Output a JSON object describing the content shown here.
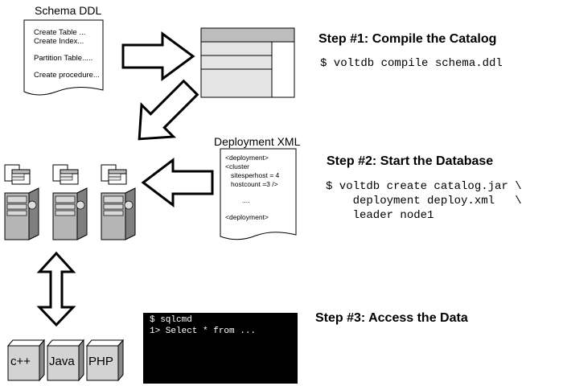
{
  "schema_doc": {
    "title": "Schema DDL",
    "lines": [
      "Create Table ...",
      "Create Index...",
      "Partition Table.....",
      "Create procedure..."
    ]
  },
  "deployment_doc": {
    "title": "Deployment XML",
    "lines": [
      "<deployment>",
      "<cluster",
      "sitesperhost = 4",
      "hostcount =3 />",
      "....",
      "<deployment>"
    ]
  },
  "steps": [
    {
      "title": "Step #1: Compile the Catalog",
      "command": [
        "$ voltdb compile schema.ddl"
      ]
    },
    {
      "title": "Step #2: Start the Database",
      "command": [
        "$ voltdb create catalog.jar \\",
        "    deployment deploy.xml   \\",
        "    leader node1"
      ]
    },
    {
      "title": "Step #3: Access the Data",
      "command": []
    }
  ],
  "terminal": {
    "lines": [
      "$ sqlcmd",
      "1> Select * from ..."
    ]
  },
  "clients": [
    "c++",
    "Java",
    "PHP"
  ]
}
